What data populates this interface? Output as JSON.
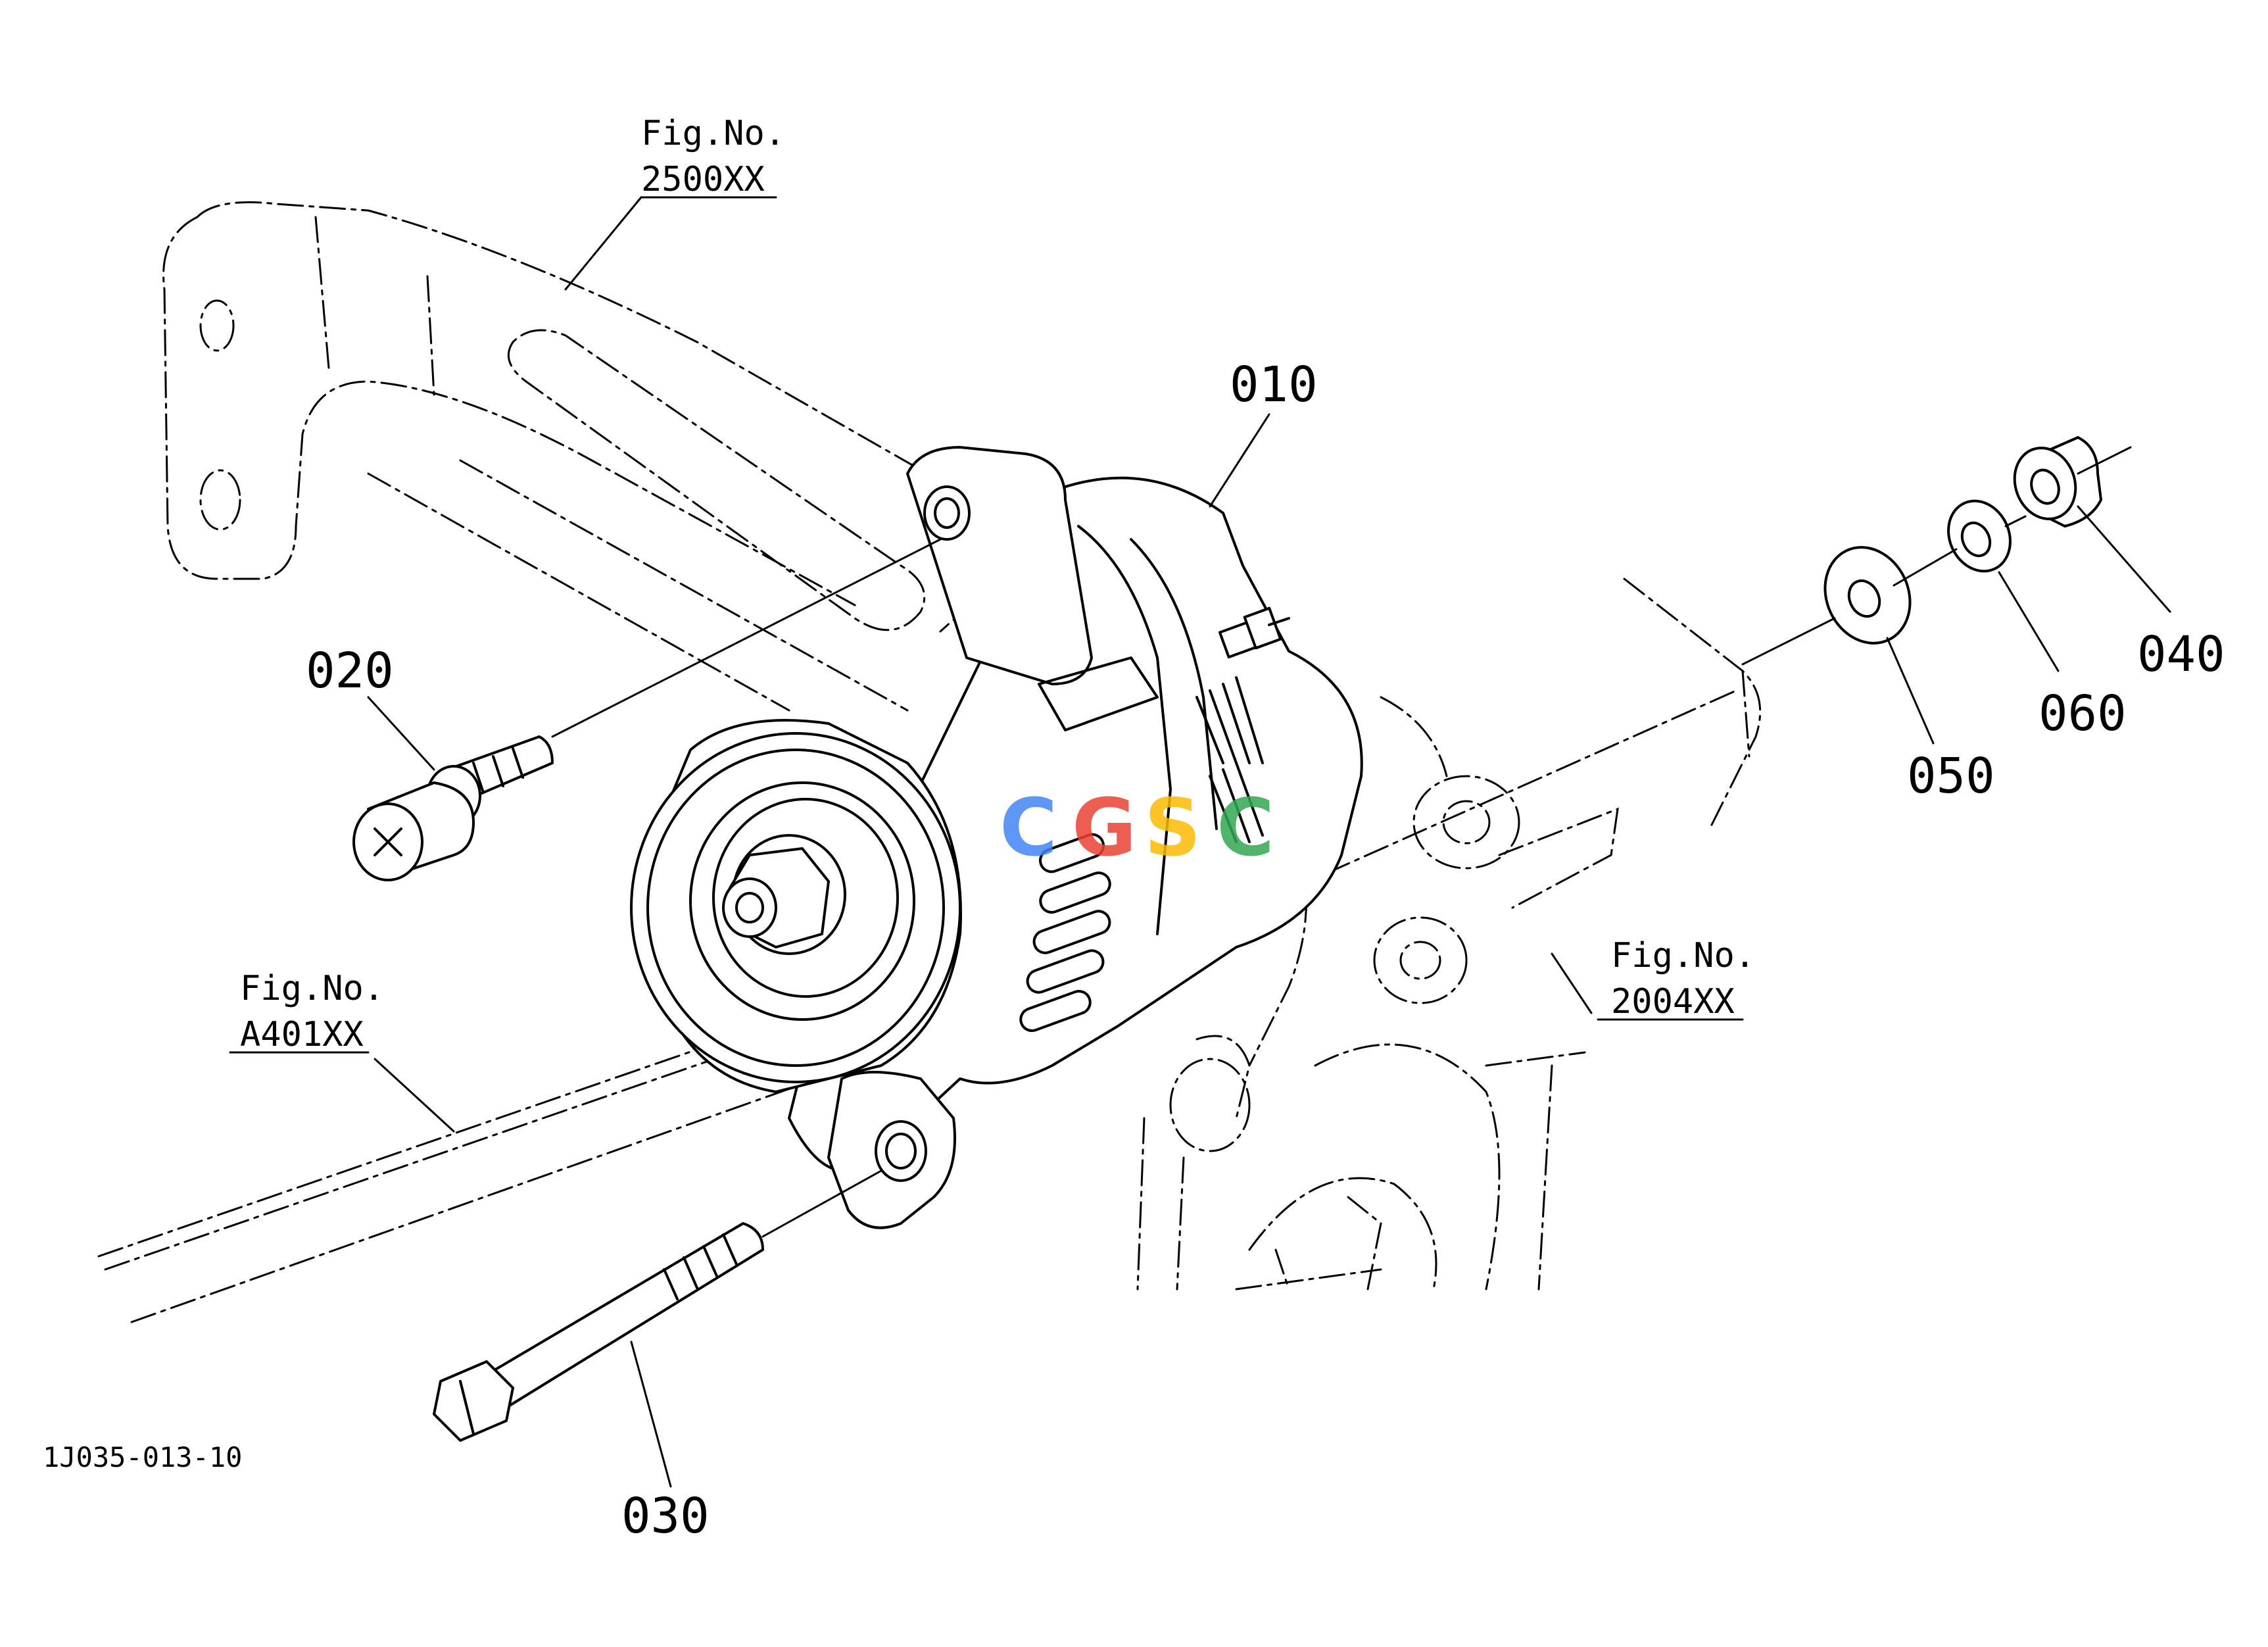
{
  "labels": {
    "p010": "010",
    "p020": "020",
    "p030": "030",
    "p040": "040",
    "p050": "050",
    "p060": "060"
  },
  "fig_refs": {
    "top": {
      "caption": "Fig.No.",
      "number": "2500XX"
    },
    "left": {
      "caption": "Fig.No.",
      "number": "A401XX"
    },
    "right": {
      "caption": "Fig.No.",
      "number": "2004XX"
    }
  },
  "drawing_code": "1J035-013-10",
  "watermark": {
    "text": "CGSC",
    "colors": [
      "#4285F4",
      "#EA4335",
      "#FBBC05",
      "#34A853"
    ]
  }
}
